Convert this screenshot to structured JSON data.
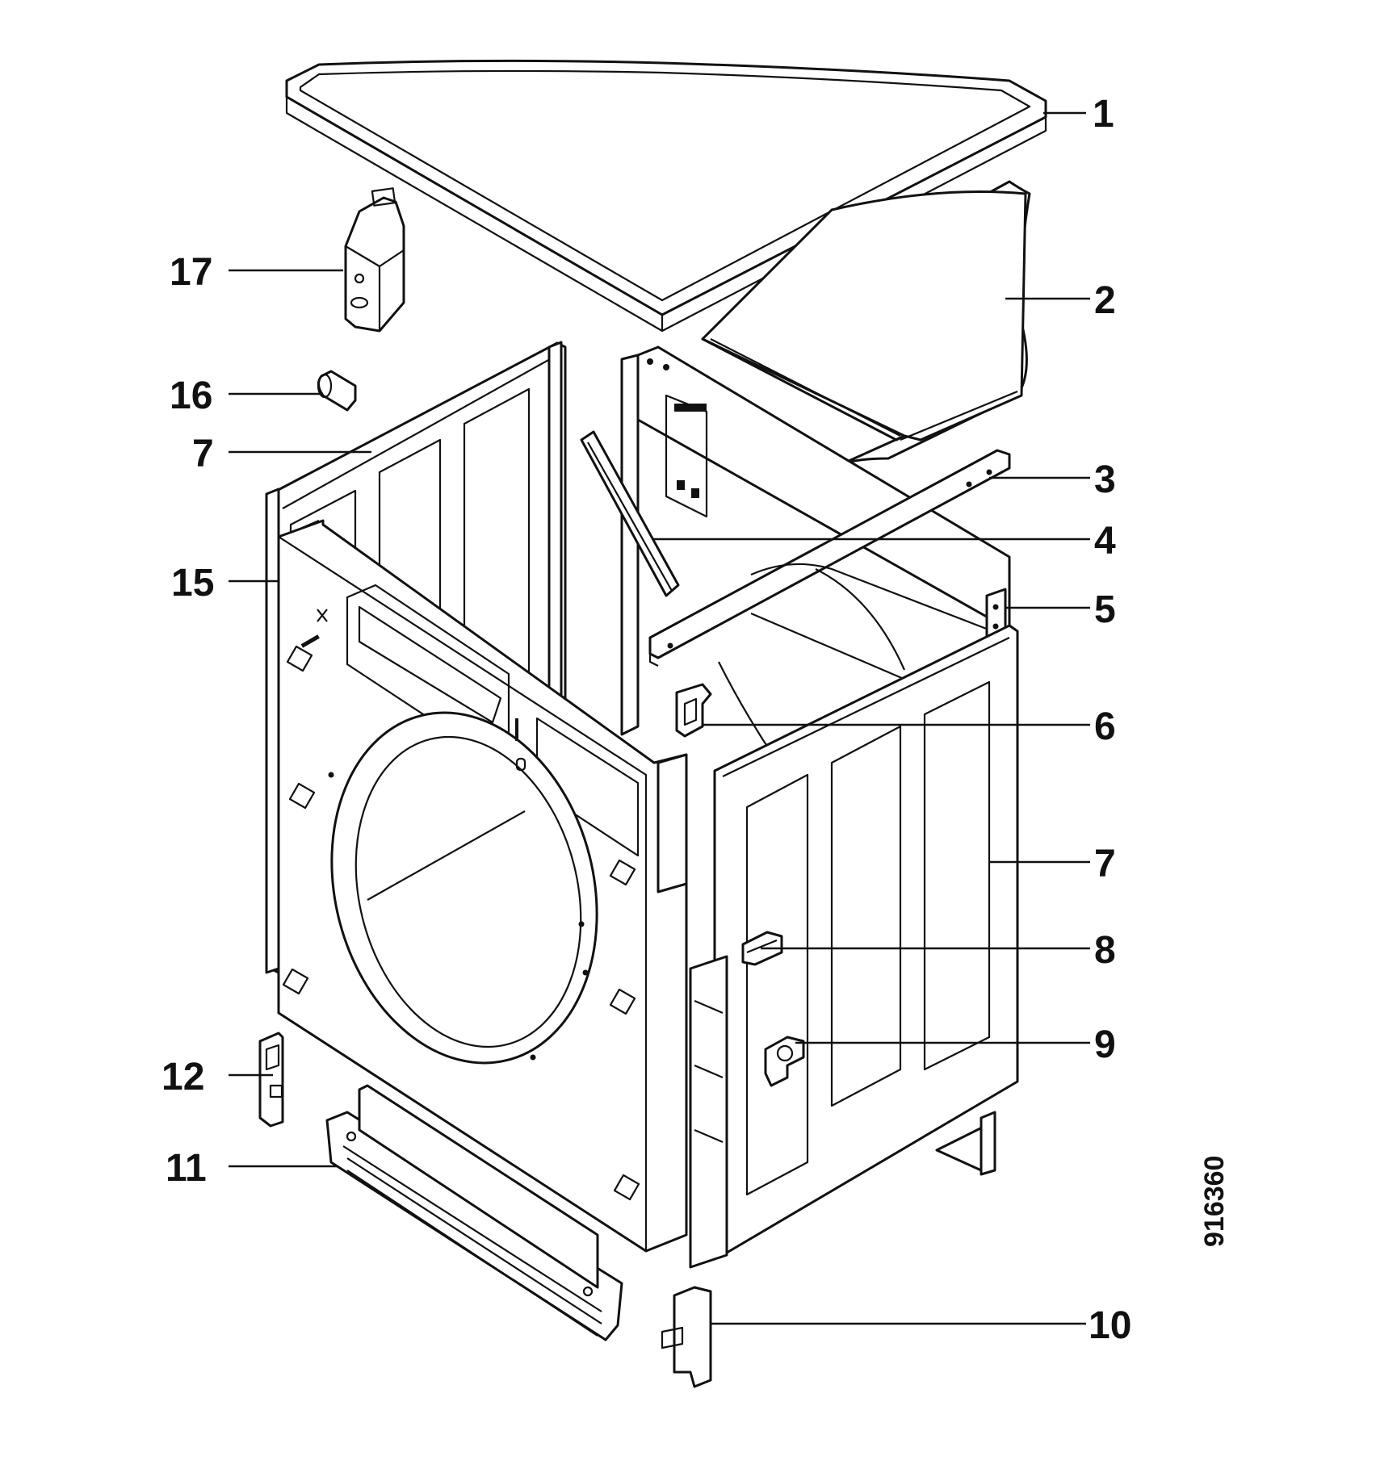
{
  "diagram": {
    "document_number": "916360",
    "callouts": {
      "c1": "1",
      "c2": "2",
      "c3": "3",
      "c4": "4",
      "c5": "5",
      "c6": "6",
      "c7_right": "7",
      "c8": "8",
      "c9": "9",
      "c10": "10",
      "c11": "11",
      "c12": "12",
      "c7_left": "7",
      "c15": "15",
      "c16": "16",
      "c17": "17"
    }
  }
}
